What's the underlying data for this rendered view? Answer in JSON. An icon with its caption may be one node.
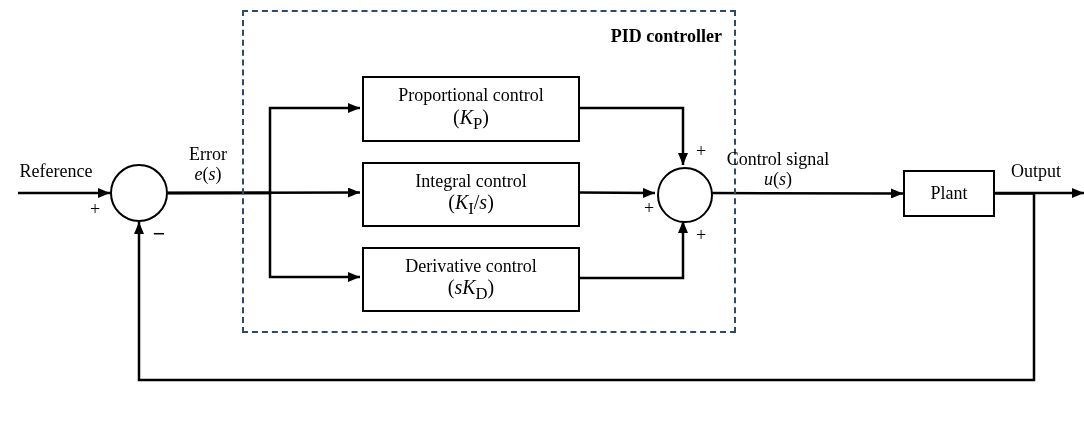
{
  "diagram": {
    "nodes": [
      {
        "text": [],
        "shape": "circle"
      },
      {
        "text": [
          "PID controller"
        ]
      },
      {
        "text": [
          "Proportional control",
          "(*K*$_{P}$)"
        ],
        "in": 1
      },
      {
        "text": [
          "Integral control",
          "(*K*$_{I}$/*s*)"
        ],
        "in": 1
      },
      {
        "text": [
          "Derivative control",
          "(*sK*$_{D}$)"
        ],
        "in": 1
      },
      {
        "text": [],
        "shape": "circle",
        "in": 1
      },
      {
        "text": [
          "Plant"
        ]
      }
    ],
    "edges": [
      {
        "from": null,
        "to": 0,
        "arrow": "to",
        "label": "Reference"
      },
      {
        "from": 0,
        "to": 2,
        "arrow": "to"
      },
      {
        "from": 0,
        "to": 3,
        "arrow": "to"
      },
      {
        "from": 0,
        "to": 4,
        "arrow": "to"
      },
      {
        "from": 2,
        "to": 5,
        "arrow": "to"
      },
      {
        "from": 3,
        "to": 5,
        "arrow": "to"
      },
      {
        "from": 4,
        "to": 5,
        "arrow": "to"
      },
      {
        "from": 5,
        "to": 6,
        "arrow": "to",
        "label": "Control signal *u*(*s*)"
      },
      {
        "from": 6,
        "to": null,
        "arrow": "to",
        "label": "Output"
      },
      {
        "from": 6,
        "to": 0,
        "arrow": "to"
      }
    ],
    "labels": [
      "Error *e*(*s*)",
      "+",
      "+",
      "+",
      "−",
      "+"
    ]
  }
}
